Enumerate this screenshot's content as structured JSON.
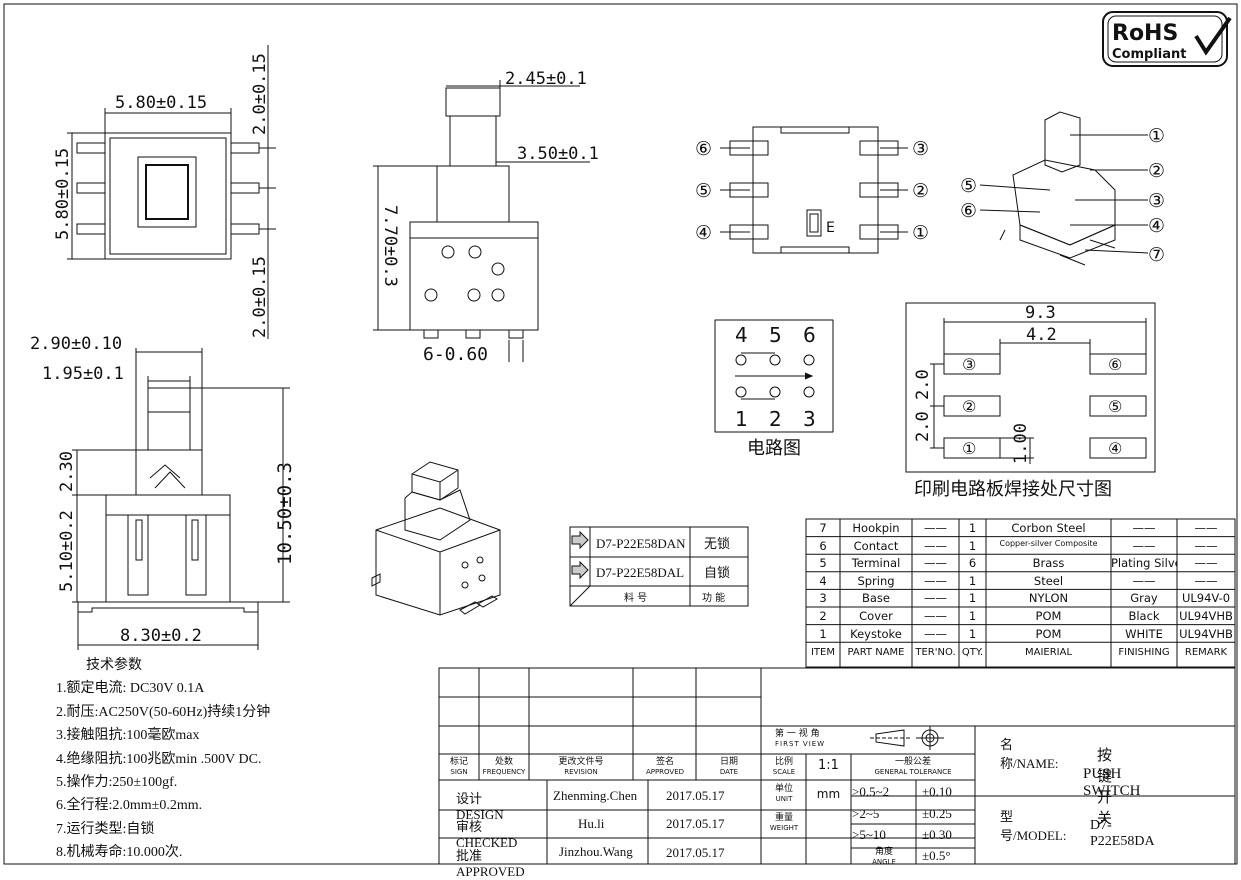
{
  "rohs": {
    "line1": "RoHS",
    "line2": "Compliant"
  },
  "top_view": {
    "width": "5.80±0.15",
    "height": "5.80±0.15",
    "pin_top": "2.0±0.15",
    "pin_bottom": "2.0±0.15"
  },
  "side_view": {
    "stem": "2.45±0.1",
    "collar": "3.50±0.1",
    "height": "7.70±0.3",
    "pins": "6-0.60"
  },
  "front_view": {
    "outer": "2.90±0.10",
    "inner": "1.95±0.1",
    "upper": "2.30",
    "lower": "5.10±0.2",
    "total": "10.50±0.3",
    "base": "8.30±0.2"
  },
  "pin_diagram": {
    "left": [
      "⑥",
      "⑤",
      "④"
    ],
    "right": [
      "③",
      "②",
      "①"
    ],
    "center": "E"
  },
  "exploded": {
    "callouts": [
      "①",
      "②",
      "⑤",
      "③",
      "⑥",
      "④",
      "⑦"
    ]
  },
  "circuit": {
    "top": [
      "4",
      "5",
      "6"
    ],
    "bottom": [
      "1",
      "2",
      "3"
    ],
    "caption": "电路图"
  },
  "pcb": {
    "dim1": "9.3",
    "dim2": "4.2",
    "dim3": "2.0",
    "dim4": "2.0",
    "dim5": "1.00",
    "pads": [
      "③",
      "⑥",
      "②",
      "⑤",
      "①",
      "④"
    ],
    "caption": "印刷电路板焊接处尺寸图"
  },
  "variants": {
    "rows": [
      {
        "model": "D7-P22E58DAN",
        "func": "无锁"
      },
      {
        "model": "D7-P22E58DAL",
        "func": "自锁"
      }
    ],
    "footer": {
      "model": "料    号",
      "func": "功   能"
    }
  },
  "bom": {
    "rows": [
      [
        "7",
        "Hookpin",
        "——",
        "1",
        "Corbon Steel",
        "——",
        "——"
      ],
      [
        "6",
        "Contact",
        "——",
        "1",
        "Copper-silver Composite",
        "——",
        "——"
      ],
      [
        "5",
        "Terminal",
        "——",
        "6",
        "Brass",
        "Plating Silver",
        "——"
      ],
      [
        "4",
        "Spring",
        "——",
        "1",
        "Steel",
        "——",
        "——"
      ],
      [
        "3",
        "Base",
        "——",
        "1",
        "NYLON",
        "Gray",
        "UL94V-0"
      ],
      [
        "2",
        "Cover",
        "——",
        "1",
        "POM",
        "Black",
        "UL94VHB"
      ],
      [
        "1",
        "Keystoke",
        "——",
        "1",
        "POM",
        "WHITE",
        "UL94VHB"
      ]
    ],
    "headers": [
      "ITEM",
      "PART NAME",
      "TER'NO.",
      "QTY.",
      "MAIERIAL",
      "FINISHING",
      "REMARK"
    ]
  },
  "specs": {
    "title": "技术参数",
    "items": [
      "1.额定电流: DC30V  0.1A",
      "2.耐压:AC250V(50-60Hz)持续1分钟",
      "3.接触阻抗:100毫欧max",
      "4.绝缘阻抗:100兆欧min .500V DC.",
      "5.操作力:250±100gf.",
      "6.全行程:2.0mm±0.2mm.",
      "7.运行类型:自锁",
      "8.机械寿命:10.000次."
    ]
  },
  "title_block": {
    "headers": [
      {
        "cn": "标记",
        "en": "SIGN"
      },
      {
        "cn": "处数",
        "en": "FREQUENCY"
      },
      {
        "cn": "更改文件号",
        "en": "REVISION"
      },
      {
        "cn": "签名",
        "en": "APPROVED"
      },
      {
        "cn": "日期",
        "en": "DATE"
      }
    ],
    "rows": [
      {
        "role": "设计 DESIGN",
        "name": "Zhenming.Chen",
        "date": "2017.05.17"
      },
      {
        "role": "审核 CHECKED",
        "name": "Hu.li",
        "date": "2017.05.17"
      },
      {
        "role": "批准 APPROVED",
        "name": "Jinzhou.Wang",
        "date": "2017.05.17"
      }
    ],
    "view_cn": "第 一 视 角",
    "view_en": "FIRST VIEW",
    "scale_cn": "比例",
    "scale_en": "SCALE",
    "scale": "1:1",
    "tol_cn": "一般公差",
    "tol_en": "GENERAL TOLERANCE",
    "unit_cn": "单位",
    "unit_en": "UNIT",
    "unit": "mm",
    "weight_cn": "重量",
    "weight_en": "WEIGHT",
    "angle_cn": "角度",
    "angle_en": "ANGLE",
    "tolerances": [
      {
        "range": ">0.5~2",
        "tol": "±0.10"
      },
      {
        "range": ">2~5",
        "tol": "±0.25"
      },
      {
        "range": ">5~10",
        "tol": "±0.30"
      }
    ],
    "angle_tol": "±0.5°",
    "name_label": "名称/NAME:",
    "name_cn": "按键开关",
    "name_en": "PUSH SWITCH",
    "model_label": "型号/MODEL:",
    "model": "D7-P22E58DA"
  }
}
